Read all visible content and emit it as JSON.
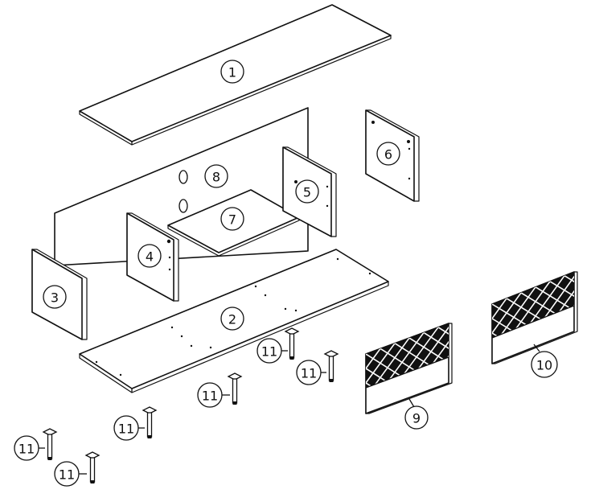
{
  "diagram": {
    "parts": [
      {
        "id": "top-panel",
        "label": "1"
      },
      {
        "id": "bottom-panel",
        "label": "2"
      },
      {
        "id": "left-side-panel",
        "label": "3"
      },
      {
        "id": "divider-panel",
        "label": "4"
      },
      {
        "id": "right-divider-panel",
        "label": "5"
      },
      {
        "id": "right-side-panel",
        "label": "6"
      },
      {
        "id": "shelf-panel",
        "label": "7"
      },
      {
        "id": "back-panel",
        "label": "8"
      },
      {
        "id": "door-panel-left",
        "label": "9"
      },
      {
        "id": "door-panel-right",
        "label": "10"
      },
      {
        "id": "leg",
        "label": "11"
      }
    ]
  }
}
